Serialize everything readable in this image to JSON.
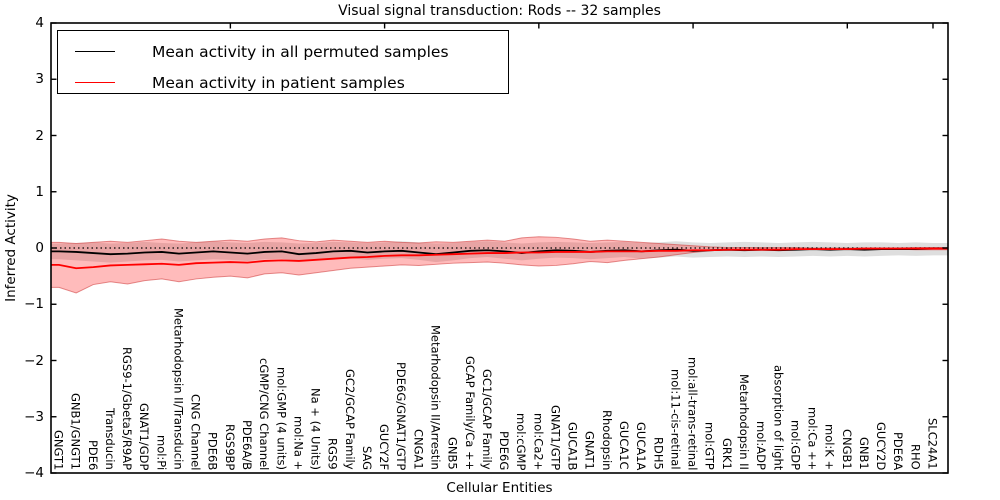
{
  "title": "Visual signal transduction: Rods -- 32 samples",
  "legend": {
    "items": [
      {
        "label": "Mean activity in all permuted samples",
        "color": "#000000"
      },
      {
        "label": "Mean activity in patient samples",
        "color": "#ff0000"
      }
    ]
  },
  "axes": {
    "x_label": "Cellular Entities",
    "y_label": "Inferred Activity",
    "y_tick_labels": [
      "4",
      "3",
      "2",
      "1",
      "0",
      "−1",
      "−2",
      "−3",
      "−4"
    ]
  },
  "chart_data": {
    "type": "line",
    "title": "Visual signal transduction: Rods -- 32 samples",
    "xlabel": "Cellular Entities",
    "ylabel": "Inferred Activity",
    "ylim": [
      -4,
      4
    ],
    "grid": false,
    "legend_position": "upper left",
    "zero_reference_line": "dotted black at y=0",
    "categories": [
      "GNGT1",
      "GNB1/GNGT1",
      "PDE6",
      "Transducin",
      "RGS9-1/Gbeta5/R9AP",
      "GNAT1/GDP",
      "mol:Pi",
      "Metarhodopsin II/Transducin",
      "CNG Channel",
      "PDE6B",
      "RGS9BP",
      "PDE6A/B",
      "cGMP/CNG Channel",
      "mol:GMP (4 units)",
      "mol:Na +",
      "Na + (4 Units)",
      "RGS9",
      "GC2/GCAP Family",
      "SAG",
      "GUCY2F",
      "PDE6G/GNAT1/GTP",
      "CNGA1",
      "Metarhodopsin II/Arrestin",
      "GNB5",
      "GCAP Family/Ca ++",
      "GC1/GCAP Family",
      "PDE6G",
      "mol:cGMP",
      "mol:Ca2+",
      "GNAT1/GTP",
      "GUCA1B",
      "GNAT1",
      "Rhodopsin",
      "GUCA1C",
      "GUCA1A",
      "RDH5",
      "mol:11-cis-retinal",
      "mol:all-trans-retinal",
      "mol:GTP",
      "GRK1",
      "Metarhodopsin II",
      "mol:ADP",
      "absorption of light",
      "mol:GDP",
      "mol:Ca ++",
      "mol:K +",
      "CNGB1",
      "GNB1",
      "GUCY2D",
      "PDE6A",
      "RHO",
      "SLC24A1"
    ],
    "series": [
      {
        "name": "Mean activity in all permuted samples",
        "color": "#000000",
        "band_fill": "rgba(0,0,0,0.13)",
        "values": [
          -0.06,
          -0.07,
          -0.09,
          -0.11,
          -0.1,
          -0.08,
          -0.07,
          -0.1,
          -0.08,
          -0.06,
          -0.08,
          -0.1,
          -0.07,
          -0.06,
          -0.11,
          -0.09,
          -0.06,
          -0.05,
          -0.08,
          -0.06,
          -0.05,
          -0.08,
          -0.11,
          -0.08,
          -0.05,
          -0.04,
          -0.06,
          -0.09,
          -0.06,
          -0.04,
          -0.05,
          -0.07,
          -0.05,
          -0.04,
          -0.06,
          -0.04,
          -0.03,
          -0.05,
          -0.04,
          -0.03,
          -0.04,
          -0.03,
          -0.04,
          -0.03,
          -0.02,
          -0.03,
          -0.02,
          -0.03,
          -0.02,
          -0.02,
          -0.02,
          -0.01
        ],
        "band_upper": [
          0.08,
          0.09,
          0.1,
          0.08,
          0.09,
          0.11,
          0.09,
          0.08,
          0.1,
          0.12,
          0.1,
          0.09,
          0.11,
          0.1,
          0.08,
          0.09,
          0.11,
          0.1,
          0.09,
          0.1,
          0.12,
          0.1,
          0.08,
          0.09,
          0.11,
          0.12,
          0.1,
          0.08,
          0.1,
          0.11,
          0.1,
          0.09,
          0.1,
          0.11,
          0.09,
          0.1,
          0.12,
          0.1,
          0.09,
          0.1,
          0.11,
          0.1,
          0.09,
          0.1,
          0.11,
          0.1,
          0.09,
          0.1,
          0.1,
          0.09,
          0.1,
          0.09
        ],
        "band_lower": [
          -0.2,
          -0.22,
          -0.24,
          -0.26,
          -0.24,
          -0.22,
          -0.21,
          -0.24,
          -0.22,
          -0.2,
          -0.21,
          -0.23,
          -0.2,
          -0.19,
          -0.24,
          -0.22,
          -0.19,
          -0.18,
          -0.21,
          -0.19,
          -0.18,
          -0.21,
          -0.25,
          -0.22,
          -0.18,
          -0.16,
          -0.19,
          -0.22,
          -0.19,
          -0.17,
          -0.18,
          -0.2,
          -0.18,
          -0.16,
          -0.19,
          -0.17,
          -0.15,
          -0.17,
          -0.16,
          -0.15,
          -0.16,
          -0.15,
          -0.16,
          -0.15,
          -0.14,
          -0.15,
          -0.14,
          -0.15,
          -0.14,
          -0.13,
          -0.14,
          -0.13
        ]
      },
      {
        "name": "Mean activity in patient samples",
        "color": "#ff0000",
        "band_fill": "rgba(255,30,30,0.30)",
        "band_edge": "rgba(205,55,55,0.55)",
        "values": [
          -0.3,
          -0.36,
          -0.34,
          -0.31,
          -0.3,
          -0.29,
          -0.28,
          -0.3,
          -0.27,
          -0.26,
          -0.25,
          -0.26,
          -0.23,
          -0.22,
          -0.23,
          -0.21,
          -0.19,
          -0.17,
          -0.16,
          -0.14,
          -0.13,
          -0.13,
          -0.12,
          -0.11,
          -0.1,
          -0.09,
          -0.09,
          -0.08,
          -0.08,
          -0.07,
          -0.07,
          -0.07,
          -0.06,
          -0.06,
          -0.06,
          -0.05,
          -0.05,
          -0.04,
          -0.04,
          -0.03,
          -0.03,
          -0.03,
          -0.03,
          -0.02,
          -0.02,
          -0.02,
          -0.02,
          -0.01,
          -0.01,
          -0.01,
          -0.01,
          -0.01
        ],
        "band_upper": [
          0.1,
          0.08,
          0.1,
          0.12,
          0.1,
          0.13,
          0.16,
          0.12,
          0.1,
          0.12,
          0.14,
          0.12,
          0.16,
          0.18,
          0.13,
          0.11,
          0.14,
          0.12,
          0.1,
          0.12,
          0.1,
          0.09,
          0.11,
          0.1,
          0.12,
          0.14,
          0.12,
          0.18,
          0.2,
          0.19,
          0.16,
          0.12,
          0.14,
          0.12,
          0.1,
          0.08,
          0.06,
          0.04,
          0.02,
          0.01,
          0.01,
          0.01,
          0.01,
          0.01,
          0.0,
          0.0,
          0.0,
          0.0,
          0.0,
          0.0,
          0.01,
          0.01
        ],
        "band_lower": [
          -0.7,
          -0.8,
          -0.65,
          -0.6,
          -0.64,
          -0.58,
          -0.55,
          -0.6,
          -0.55,
          -0.52,
          -0.5,
          -0.53,
          -0.46,
          -0.44,
          -0.48,
          -0.44,
          -0.4,
          -0.36,
          -0.34,
          -0.32,
          -0.3,
          -0.31,
          -0.29,
          -0.27,
          -0.26,
          -0.25,
          -0.27,
          -0.3,
          -0.32,
          -0.31,
          -0.28,
          -0.24,
          -0.26,
          -0.22,
          -0.19,
          -0.16,
          -0.12,
          -0.08,
          -0.05,
          -0.03,
          -0.03,
          -0.02,
          -0.02,
          -0.02,
          -0.02,
          -0.02,
          -0.02,
          -0.02,
          -0.02,
          -0.02,
          -0.03,
          -0.03
        ]
      }
    ]
  }
}
